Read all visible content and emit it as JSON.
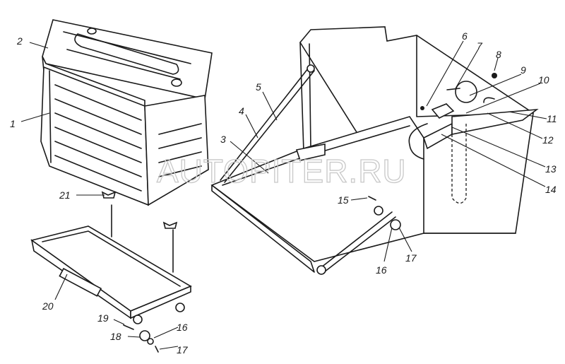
{
  "watermark": "AUTOPITER.RU",
  "callouts": {
    "c1": "1",
    "c2": "2",
    "c3": "3",
    "c4": "4",
    "c5": "5",
    "c6": "6",
    "c7": "7",
    "c8": "8",
    "c9": "9",
    "c10": "10",
    "c11": "11",
    "c12": "12",
    "c13": "13",
    "c14": "14",
    "c15": "15",
    "c16": "16",
    "c17": "17",
    "c16b": "16",
    "c17b": "17",
    "c18": "18",
    "c19": "19",
    "c20": "20",
    "c21": "21"
  }
}
